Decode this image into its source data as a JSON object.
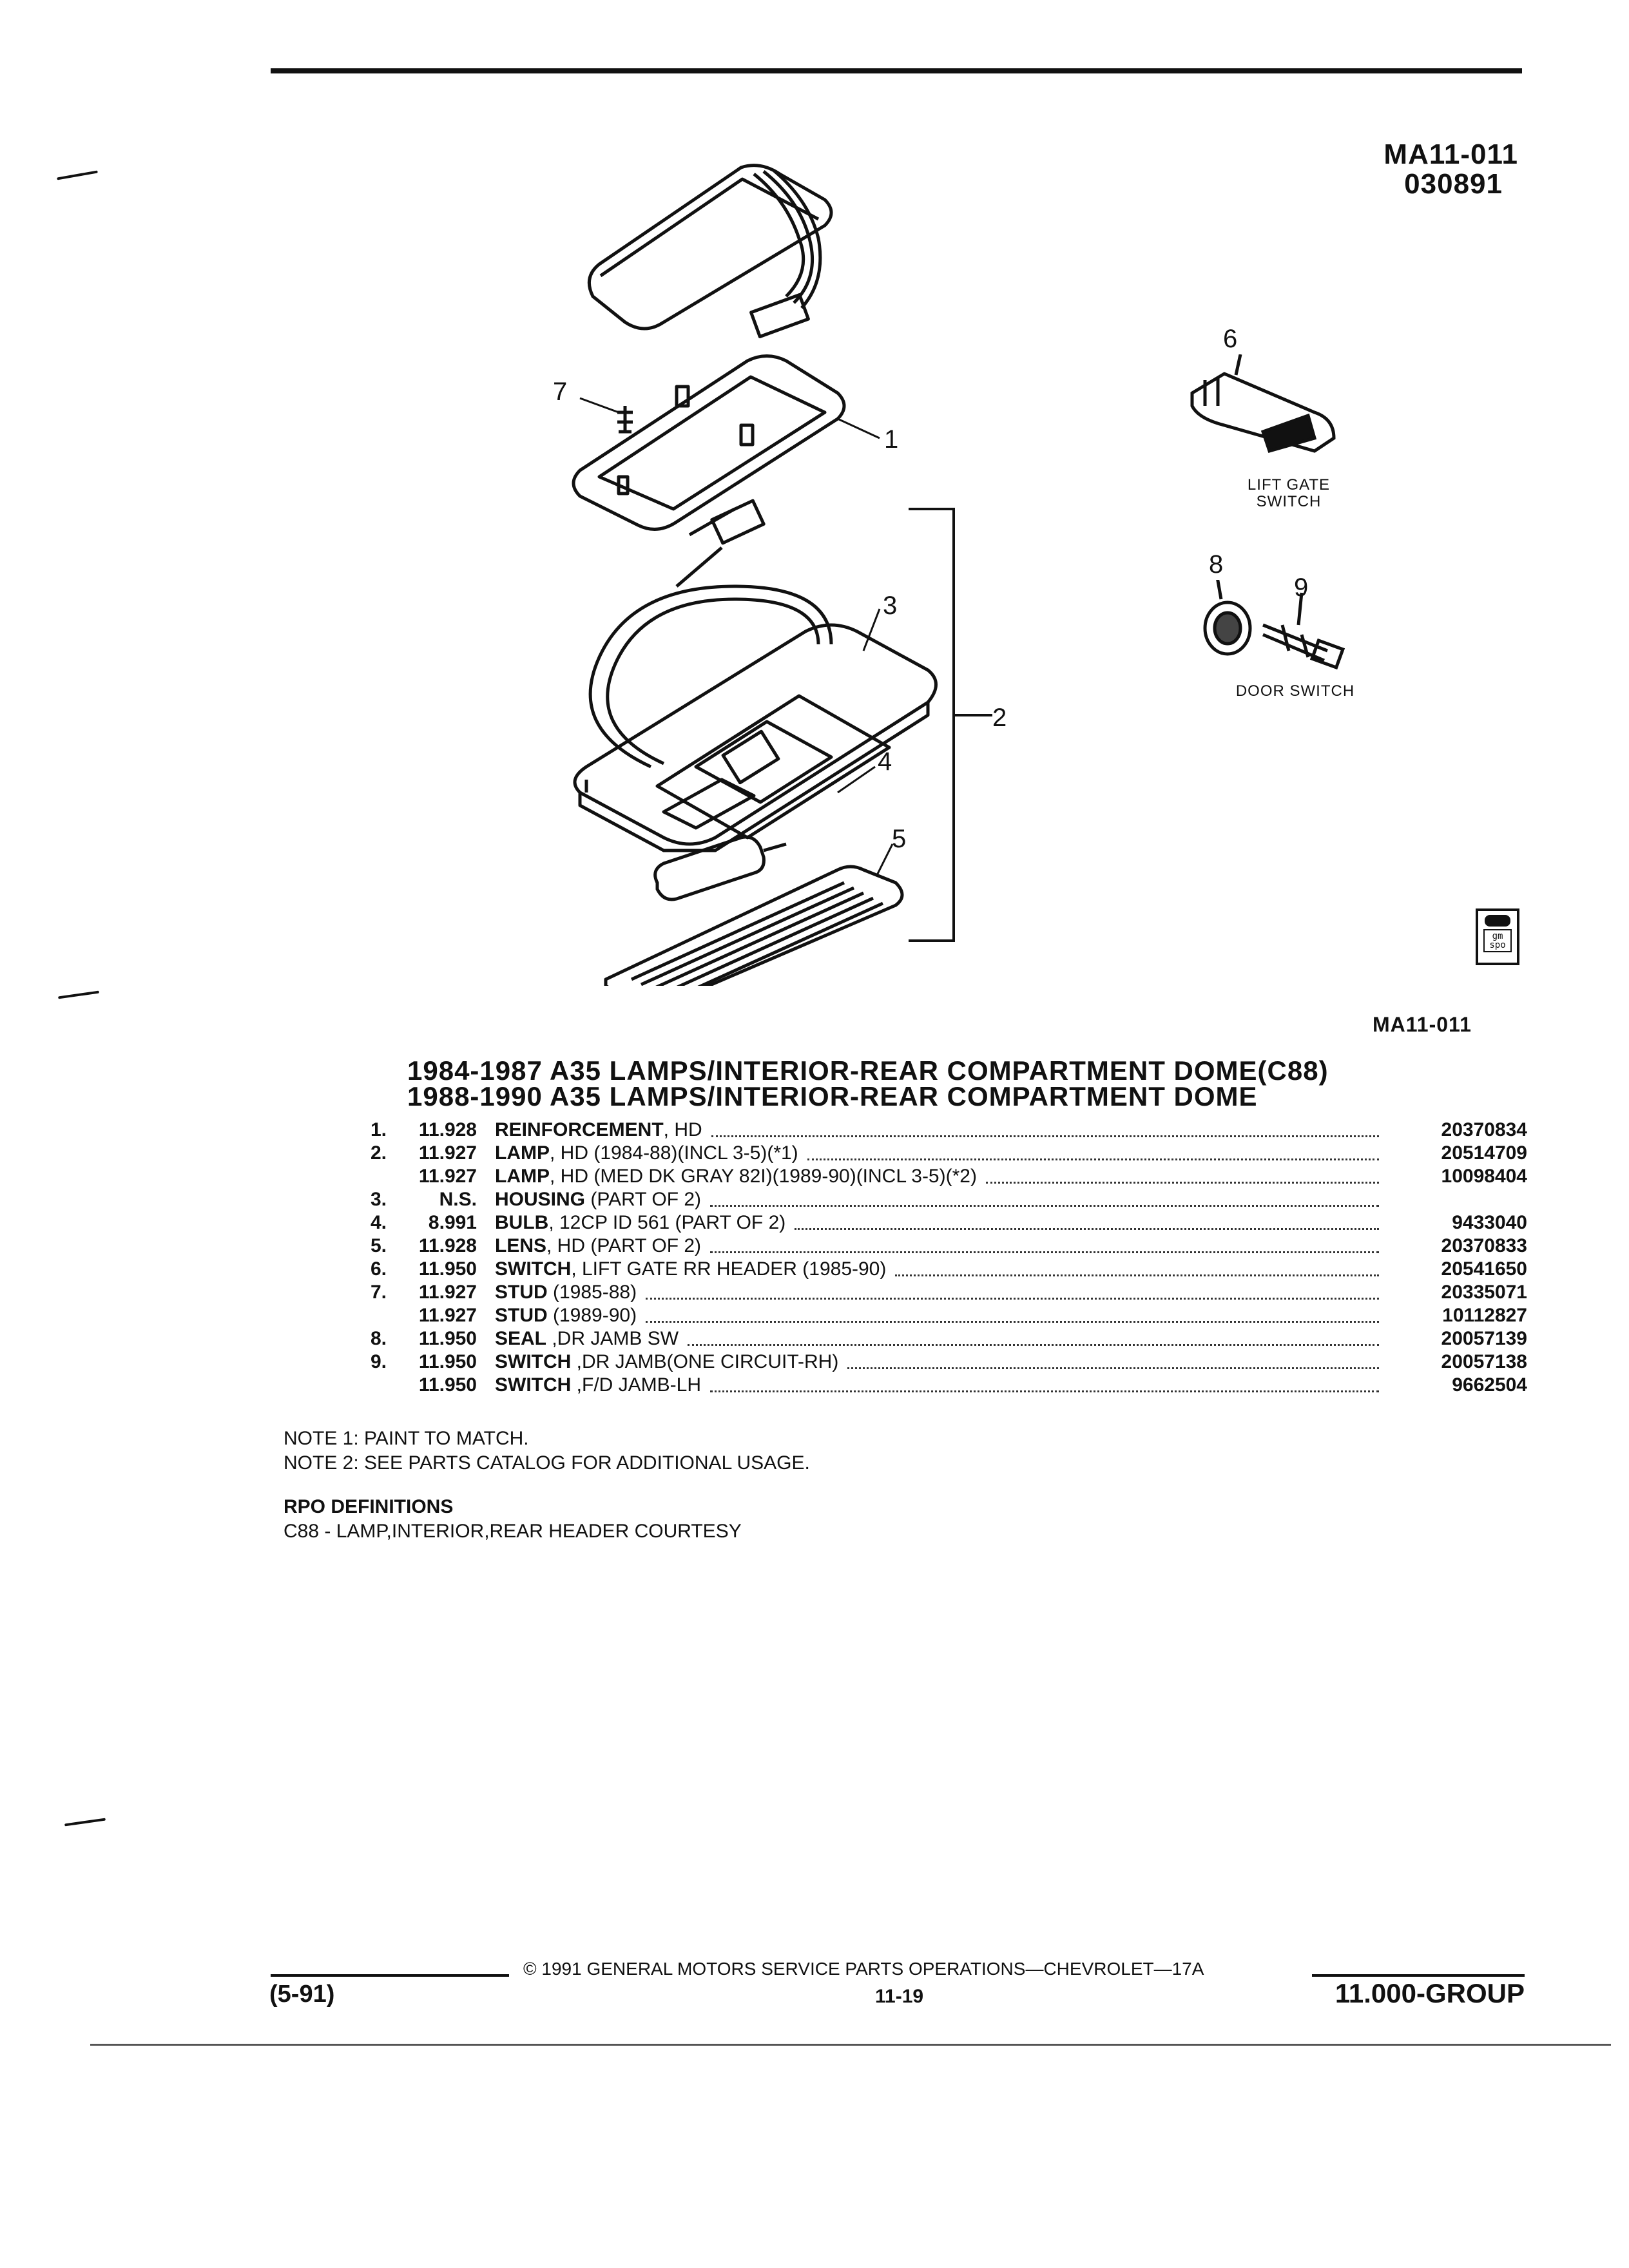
{
  "header": {
    "ref_code": "MA11-011",
    "ref_date": "030891"
  },
  "illustration": {
    "callouts": [
      "1",
      "2",
      "3",
      "4",
      "5",
      "6",
      "7",
      "8",
      "9"
    ],
    "lift_gate_caption": "LIFT GATE SWITCH",
    "lift_gate_caption_line1": "LIFT GATE",
    "lift_gate_caption_line2": "SWITCH",
    "door_switch_caption": "DOOR SWITCH",
    "logo_text": "gm spo",
    "figure_code": "MA11-011"
  },
  "titles": [
    "1984-1987 A35 LAMPS/INTERIOR-REAR COMPARTMENT DOME(C88)",
    "1988-1990 A35 LAMPS/INTERIOR-REAR COMPARTMENT DOME"
  ],
  "parts": [
    {
      "idx": "1.",
      "group": "11.928",
      "name": "REINFORCEMENT",
      "detail": ", HD",
      "part_no": "20370834"
    },
    {
      "idx": "2.",
      "group": "11.927",
      "name": "LAMP",
      "detail": ", HD (1984-88)(INCL 3-5)(*1)",
      "part_no": "20514709"
    },
    {
      "idx": "",
      "group": "11.927",
      "name": "LAMP",
      "detail": ", HD (MED DK GRAY 82I)(1989-90)(INCL 3-5)(*2)",
      "part_no": "10098404"
    },
    {
      "idx": "3.",
      "group": "N.S.",
      "name": "HOUSING",
      "detail": " (PART OF 2)",
      "part_no": ""
    },
    {
      "idx": "4.",
      "group": "8.991",
      "name": "BULB",
      "detail": ", 12CP ID 561 (PART OF 2)",
      "part_no": "9433040"
    },
    {
      "idx": "5.",
      "group": "11.928",
      "name": "LENS",
      "detail": ", HD (PART OF 2)",
      "part_no": "20370833"
    },
    {
      "idx": "6.",
      "group": "11.950",
      "name": "SWITCH",
      "detail": ", LIFT GATE RR HEADER (1985-90)",
      "part_no": "20541650"
    },
    {
      "idx": "7.",
      "group": "11.927",
      "name": "STUD",
      "detail": " (1985-88)",
      "part_no": "20335071"
    },
    {
      "idx": "",
      "group": "11.927",
      "name": "STUD",
      "detail": " (1989-90)",
      "part_no": "10112827"
    },
    {
      "idx": "8.",
      "group": "11.950",
      "name": "SEAL",
      "detail": " ,DR JAMB SW",
      "part_no": "20057139"
    },
    {
      "idx": "9.",
      "group": "11.950",
      "name": "SWITCH",
      "detail": " ,DR JAMB(ONE CIRCUIT-RH)",
      "part_no": "20057138"
    },
    {
      "idx": "",
      "group": "11.950",
      "name": "SWITCH",
      "detail": " ,F/D JAMB-LH",
      "part_no": "9662504"
    }
  ],
  "notes": [
    "NOTE  1:  PAINT TO MATCH.",
    "NOTE  2:  SEE PARTS CATALOG FOR ADDITIONAL USAGE."
  ],
  "rpo": {
    "heading": "RPO DEFINITIONS",
    "definition": "C88 - LAMP,INTERIOR,REAR HEADER COURTESY"
  },
  "footer": {
    "copyright": "© 1991  GENERAL MOTORS SERVICE PARTS OPERATIONS—CHEVROLET—17A",
    "date_code": "(5-91)",
    "page": "11-19",
    "group": "11.000-GROUP"
  }
}
